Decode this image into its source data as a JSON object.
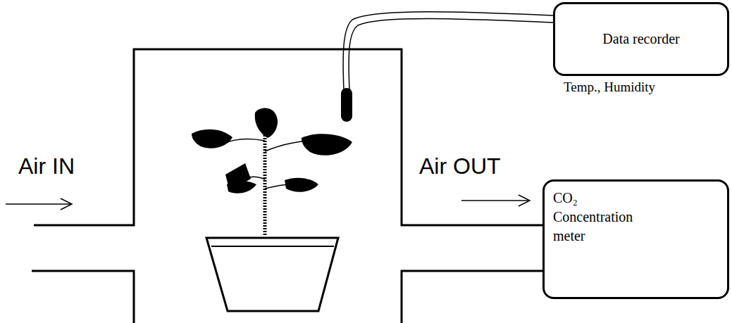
{
  "diagram": {
    "nodes": [
      {
        "text": [
          "Data recorder",
          "Temp., Humidity"
        ]
      },
      {
        "text": [
          "CO₂ Concentration meter"
        ]
      }
    ],
    "labels": [
      "Air IN",
      "Air OUT"
    ]
  }
}
